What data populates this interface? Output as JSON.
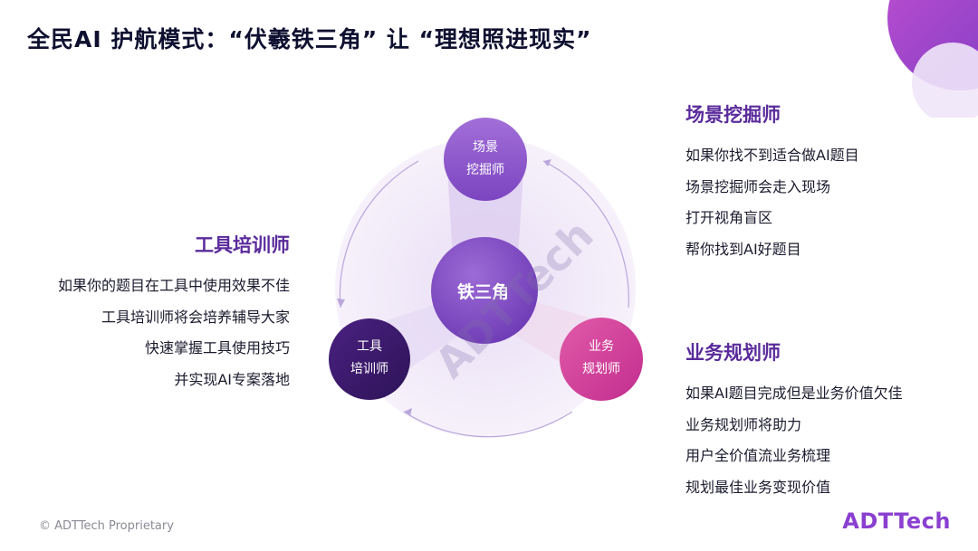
{
  "title": "全民AI 护航模式：“伏羲铁三角”  让 “理想照进现实”",
  "center": {
    "label": "铁三角"
  },
  "nodes": {
    "top": {
      "line1": "场景",
      "line2": "挖掘师"
    },
    "left": {
      "line1": "工具",
      "line2": "培训师"
    },
    "right": {
      "line1": "业务",
      "line2": "规划师"
    }
  },
  "roles": {
    "scene": {
      "title": "场景挖掘师",
      "lines": [
        "如果你找不到适合做AI题目",
        "场景挖掘师会走入现场",
        "打开视角盲区",
        "帮你找到AI好题目"
      ]
    },
    "tool": {
      "title": "工具培训师",
      "lines": [
        "如果你的题目在工具中使用效果不佳",
        "工具培训师将会培养辅导大家",
        "快速掌握工具使用技巧",
        "并实现AI专案落地"
      ]
    },
    "business": {
      "title": "业务规划师",
      "lines": [
        "如果AI题目完成但是业务价值欠佳",
        "业务规划师将助力",
        "用户全价值流业务梳理",
        "规划最佳业务变现价值"
      ]
    }
  },
  "watermark": "ADTTech",
  "footer": {
    "copyright": "© ADTTech Proprietary",
    "brand": "ADTTech"
  },
  "colors": {
    "title": "#0f1030",
    "role_title": "#5a2b9b",
    "node_top": "#8b56cc",
    "node_left": "#3a1a6e",
    "node_right": "#d23b9a",
    "center": "#8750c8",
    "brand": "#8a3fd0"
  }
}
